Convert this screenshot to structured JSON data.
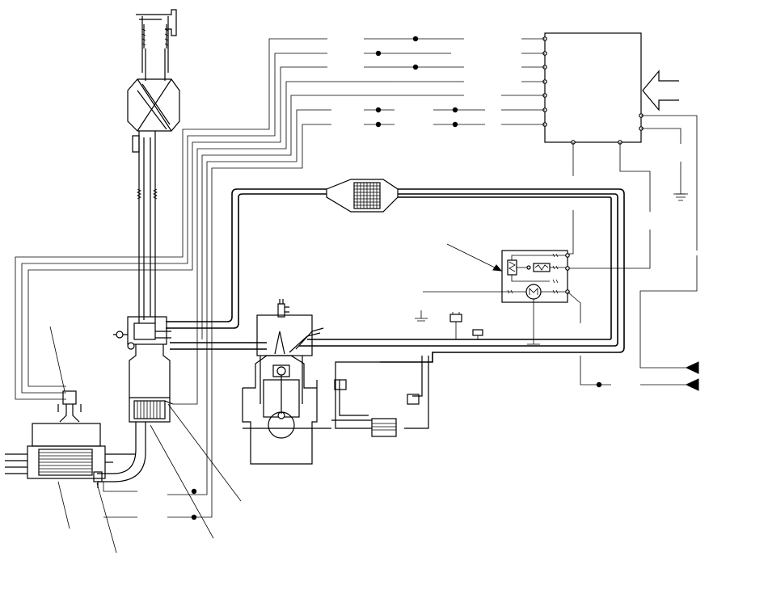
{
  "diagram": {
    "kind": "schematic",
    "colors": {
      "line": "#000000",
      "background": "#ffffff"
    },
    "components": [
      {
        "id": "intake-air-duct",
        "icon": "bellows-duct-icon"
      },
      {
        "id": "air-cleaner",
        "icon": "filter-box-icon"
      },
      {
        "id": "throttle-body",
        "icon": "valve-icon"
      },
      {
        "id": "intake-resonator",
        "icon": "chamber-icon"
      },
      {
        "id": "engine",
        "icon": "piston-cylinder-icon"
      },
      {
        "id": "catalytic-converter",
        "icon": "honeycomb-icon"
      },
      {
        "id": "muffler",
        "icon": "finned-box-icon"
      },
      {
        "id": "control-unit",
        "icon": "ecu-box-icon"
      },
      {
        "id": "relay-unit",
        "icon": "relay-motor-icon"
      },
      {
        "id": "sensors",
        "icon": "sensor-icon"
      },
      {
        "id": "grounds",
        "icon": "ground-icon"
      },
      {
        "id": "input-arrow",
        "icon": "arrow-icon"
      },
      {
        "id": "outputs",
        "icon": "triangle-terminal-icon"
      }
    ]
  }
}
